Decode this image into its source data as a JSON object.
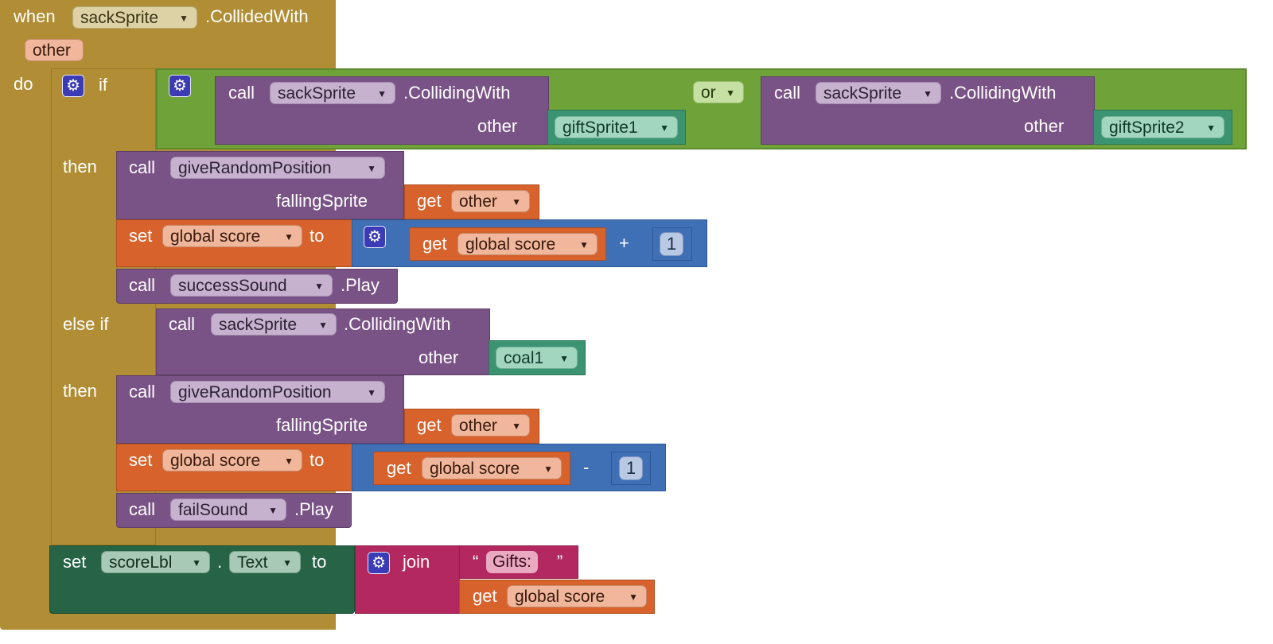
{
  "event": {
    "when_label": "when",
    "component": "sackSprite",
    "event_name": ".CollidedWith",
    "param": "other",
    "do_label": "do"
  },
  "if_block": {
    "if_label": "if",
    "then_label": "then",
    "else_if_label": "else if",
    "then2_label": "then"
  },
  "condition": {
    "or_label": "or",
    "left": {
      "call_label": "call",
      "component": "sackSprite",
      "method": ".CollidingWith",
      "arg_label": "other",
      "arg_value": "giftSprite1"
    },
    "right": {
      "call_label": "call",
      "component": "sackSprite",
      "method": ".CollidingWith",
      "arg_label": "other",
      "arg_value": "giftSprite2"
    }
  },
  "then1": {
    "call_label": "call",
    "proc": "giveRandomPosition",
    "arg_label": "fallingSprite",
    "get_label": "get",
    "get_var": "other",
    "set_label": "set",
    "set_var": "global score",
    "to_label": "to",
    "math_get_label": "get",
    "math_var": "global score",
    "op": "+",
    "num": "1",
    "sound_call": "call",
    "sound": "successSound",
    "sound_method": ".Play"
  },
  "elseif_cond": {
    "call_label": "call",
    "component": "sackSprite",
    "method": ".CollidingWith",
    "arg_label": "other",
    "arg_value": "coal1"
  },
  "then2": {
    "call_label": "call",
    "proc": "giveRandomPosition",
    "arg_label": "fallingSprite",
    "get_label": "get",
    "get_var": "other",
    "set_label": "set",
    "set_var": "global score",
    "to_label": "to",
    "math_get_label": "get",
    "math_var": "global score",
    "op": "-",
    "num": "1",
    "sound_call": "call",
    "sound": "failSound",
    "sound_method": ".Play"
  },
  "label_set": {
    "set_label": "set",
    "component": "scoreLbl",
    "dot": ".",
    "property": "Text",
    "to_label": "to",
    "join_label": "join",
    "open_quote": "“",
    "string": "Gifts:",
    "close_quote": "”",
    "get_label": "get",
    "get_var": "global score"
  },
  "colors": {
    "event": "#b18e35",
    "logic": "#6fa339",
    "procedure": "#7a5386",
    "variable": "#d7622b",
    "math": "#3f6fb5",
    "component": "#3b9371",
    "setter": "#266445",
    "text": "#b3285e"
  }
}
